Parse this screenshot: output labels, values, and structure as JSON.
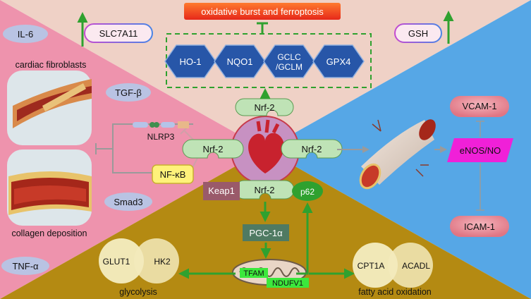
{
  "top_banner": "oxidative burst and ferroptosis",
  "left_labels": {
    "il6": "IL-6",
    "cardiac_fibroblasts": "cardiac fibroblasts",
    "tgf": "TGF-β",
    "smad3": "Smad3",
    "collagen": "collagen deposition",
    "tnf": "TNF-α"
  },
  "top_labels": {
    "slc7a11": "SLC7A11",
    "gsh": "GSH",
    "genes": [
      "HO-1",
      "NQO1",
      "GCLC\n/GCLM",
      "GPX4"
    ]
  },
  "center": {
    "nrf2": "Nrf-2",
    "keap1": "Keap1",
    "p62": "p62",
    "nlrp3": "NLRP3",
    "nfkb": "NF-κB",
    "pgc": "PGC-1α",
    "tfam": "TFAM",
    "ndufv1": "NDUFV1"
  },
  "right_labels": {
    "vcam": "VCAM-1",
    "enos": "eNOS/NO",
    "icam": "ICAM-1"
  },
  "bottom_labels": {
    "glut1": "GLUT1",
    "hk2": "HK2",
    "glycolysis": "glycolysis",
    "cpt1a": "CPT1A",
    "acadl": "ACADL",
    "fao": "fatty acid oxidation"
  },
  "colors": {
    "top_bg": "#efd1c6",
    "left_bg": "#ee93ad",
    "right_bg": "#56a7e6",
    "bottom_bg": "#b48a12",
    "green_arrow": "#2fa12f",
    "hex_fill": "#2756a8",
    "nrf_fill": "#bfe3b6"
  }
}
